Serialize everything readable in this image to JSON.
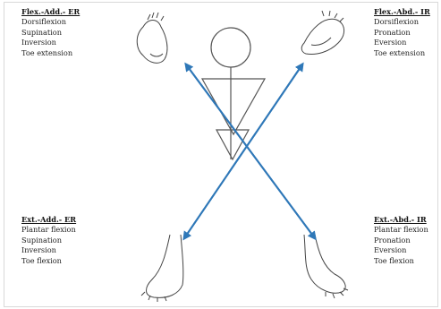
{
  "top_left": {
    "header": "Flex.-Add.- ER",
    "items": [
      "Dorsiflexion",
      "Supination",
      "Inversion",
      "Toe extension"
    ]
  },
  "top_right": {
    "header": "Flex.-Abd.- IR",
    "items": [
      "Dorsiflexion",
      "Pronation",
      "Eversion",
      "Toe extension"
    ]
  },
  "bottom_left": {
    "header": "Ext.-Add.- ER",
    "items": [
      "Plantar flexion",
      "Supination",
      "Inversion",
      "Toe flexion"
    ]
  },
  "bottom_right": {
    "header": "Ext.-Abd.- IR",
    "items": [
      "Plantar flexion",
      "Pronation",
      "Eversion",
      "Toe flexion"
    ]
  },
  "colors": {
    "arrow": "#2f78b8",
    "figure": "#555555"
  }
}
